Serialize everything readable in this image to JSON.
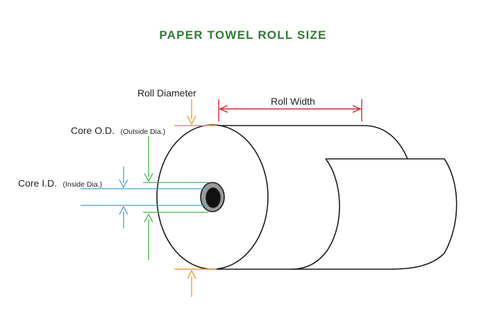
{
  "title": "PAPER TOWEL ROLL SIZE",
  "labels": {
    "roll_diameter": "Roll Diameter",
    "roll_width": "Roll Width",
    "core_od_main": "Core O.D.",
    "core_od_sub": "(Outside Dia.)",
    "core_id_main": "Core I.D.",
    "core_id_sub": "(Inside Dia.)"
  },
  "colors": {
    "title": "#2e7d32",
    "roll_diameter": "#f0a030",
    "roll_width": "#e0202a",
    "core_od": "#3cb44b",
    "core_id": "#3aa0dc",
    "outline": "#1a1a1a",
    "core_fill": "#9a9a9a",
    "core_hole": "#111111"
  }
}
